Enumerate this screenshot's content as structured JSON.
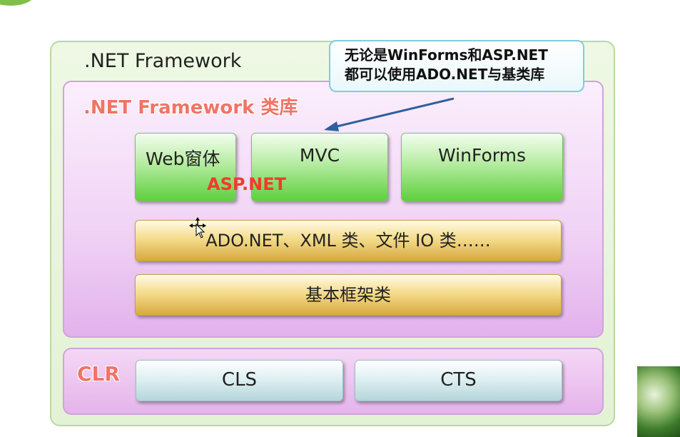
{
  "framework": {
    "title": ".NET Framework",
    "library": {
      "title": ".NET Framework 类库",
      "app_models": [
        {
          "label": "Web窗体"
        },
        {
          "label": "MVC"
        },
        {
          "label": "WinForms"
        }
      ],
      "aspnet_label": "ASP.NET",
      "data_layer": "ADO.NET、XML 类、文件 IO 类……",
      "base_layer": "基本框架类"
    },
    "clr": {
      "title": "CLR",
      "items": [
        {
          "label": "CLS"
        },
        {
          "label": "CTS"
        }
      ]
    }
  },
  "callout": {
    "line1": "无论是WinForms和ASP.NET",
    "line2": "都可以使用ADO.NET与基类库"
  },
  "colors": {
    "accent_red": "#ef3c2d",
    "heading_salmon": "#f07466",
    "arrow_blue": "#2f5f9e"
  }
}
